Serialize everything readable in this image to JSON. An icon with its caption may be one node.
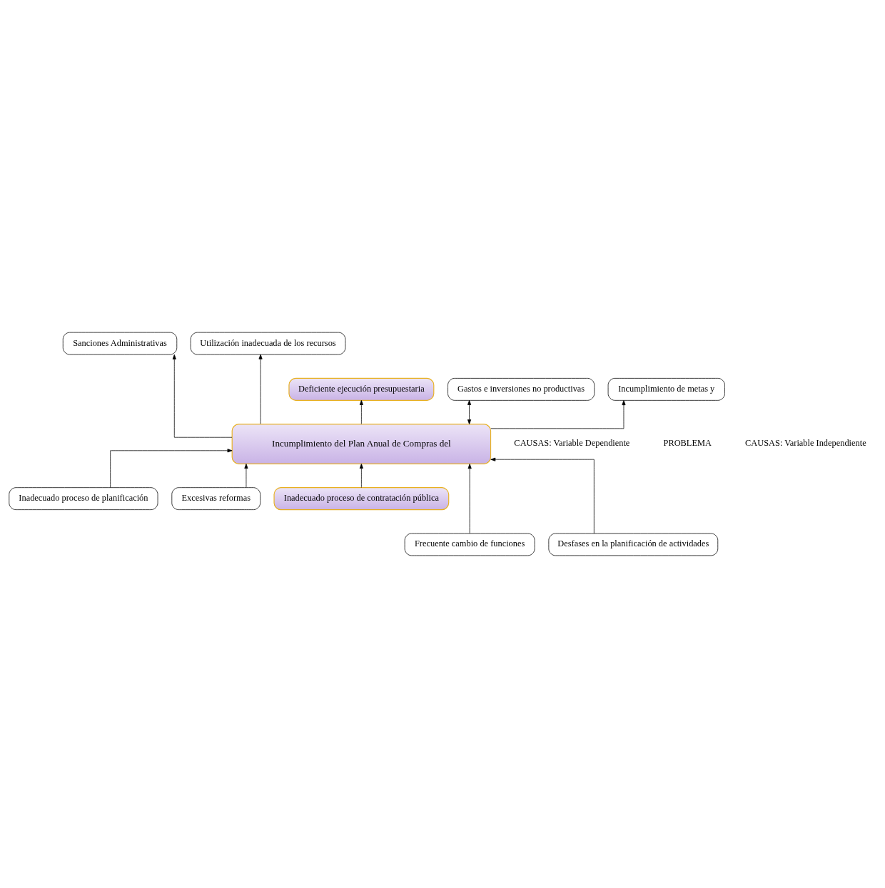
{
  "diagram": {
    "nodes": [
      {
        "text": [
          "Sanciones Administrativas"
        ]
      },
      {
        "text": [
          "Utilización inadecuada de los recursos"
        ]
      },
      {
        "text": [
          "Deficiente ejecución presupuestaria"
        ]
      },
      {
        "text": [
          "Gastos e inversiones no productivas"
        ]
      },
      {
        "text": [
          "Incumplimiento de metas y"
        ]
      },
      {
        "text": [
          "Incumplimiento del Plan Anual de Compras del"
        ]
      },
      {
        "text": [
          "Inadecuado proceso de planificación"
        ]
      },
      {
        "text": [
          "Excesivas reformas"
        ]
      },
      {
        "text": [
          "Inadecuado proceso de contratación pública"
        ]
      },
      {
        "text": [
          "Frecuente cambio de funciones"
        ]
      },
      {
        "text": [
          "Desfases en la planificación de actividades"
        ]
      }
    ],
    "edges": [
      {
        "from": 5,
        "to": 2,
        "arrow": "to"
      },
      {
        "from": 5,
        "to": 0,
        "arrow": "to"
      },
      {
        "from": 5,
        "to": 3,
        "arrow": "both"
      },
      {
        "from": 5,
        "to": 1,
        "arrow": "to"
      },
      {
        "from": 5,
        "to": 4,
        "arrow": "to"
      },
      {
        "from": 6,
        "to": 5,
        "arrow": "to"
      },
      {
        "from": 9,
        "to": 5,
        "arrow": "to"
      },
      {
        "from": 7,
        "to": 5,
        "arrow": "to"
      },
      {
        "from": 10,
        "to": 5,
        "arrow": "to"
      },
      {
        "from": 8,
        "to": 5,
        "arrow": "to"
      }
    ],
    "labels": [
      "CAUSAS: Variable Dependiente",
      "PROBLEMA",
      "CAUSAS: Variable Independiente"
    ]
  }
}
